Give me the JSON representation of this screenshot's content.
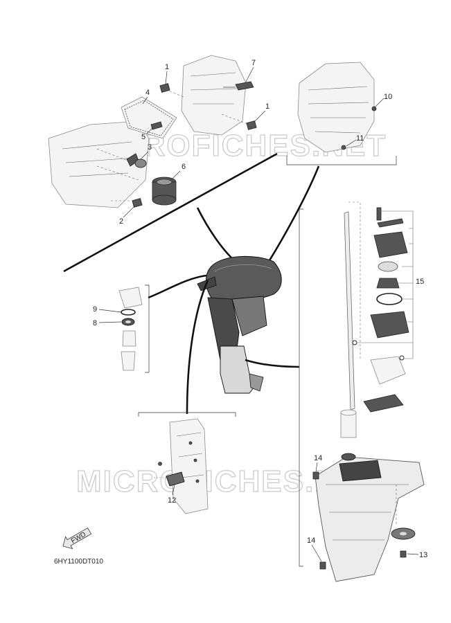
{
  "diagram": {
    "reference_code": "6HY1100DT010",
    "watermark": "MICROFICHES.NET",
    "fwd_label": "FWD",
    "callouts": [
      "1",
      "1",
      "2",
      "3",
      "4",
      "5",
      "6",
      "7",
      "8",
      "9",
      "10",
      "11",
      "12",
      "13",
      "14",
      "14",
      "15"
    ]
  }
}
